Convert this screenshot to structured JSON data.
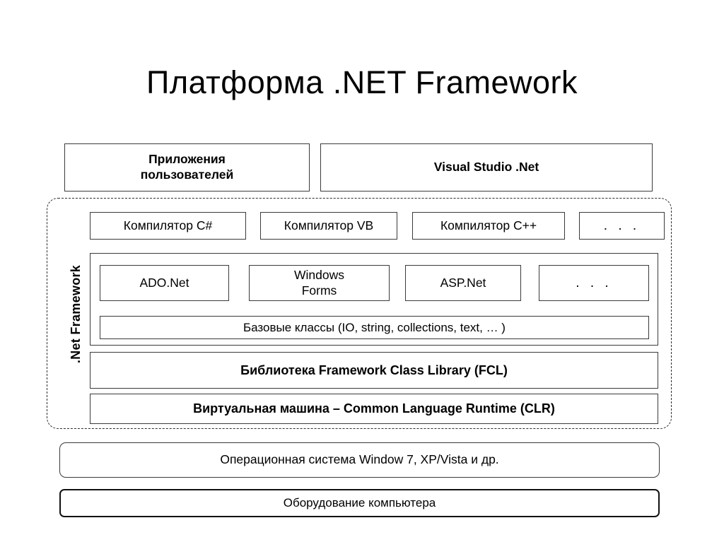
{
  "title": "Платформа .NET Framework",
  "layers": {
    "top": [
      {
        "name": "user-applications",
        "label": "Приложения\nпользователей"
      },
      {
        "name": "visual-studio",
        "label": "Visual Studio .Net"
      }
    ],
    "framework": {
      "side_label": ".Net Framework",
      "compilers": [
        {
          "name": "compiler-csharp",
          "label": "Компилятор C#"
        },
        {
          "name": "compiler-vb",
          "label": "Компилятор VB"
        },
        {
          "name": "compiler-cpp",
          "label": "Компилятор C++"
        },
        {
          "name": "compiler-more",
          "label": ". . ."
        }
      ],
      "libraries": [
        {
          "name": "ado-net",
          "label": "ADO.Net"
        },
        {
          "name": "windows-forms",
          "label": "Windows\nForms"
        },
        {
          "name": "asp-net",
          "label": "ASP.Net"
        },
        {
          "name": "library-more",
          "label": ". . ."
        }
      ],
      "base_classes": "Базовые классы (IO, string, collections, text, … )",
      "fcl": "Библиотека Framework Class Library (FCL)",
      "clr": "Виртуальная машина – Common Language Runtime (CLR)"
    },
    "bottom": [
      {
        "name": "operating-system",
        "label": "Операционная система Window 7, XP/Vista и др."
      },
      {
        "name": "computer-hardware",
        "label": "Оборудование компьютера"
      }
    ]
  },
  "colors": {
    "background": "#ffffff",
    "text": "#000000",
    "box_border": "#3a3a3a",
    "dashed_border": "#2b2b2b",
    "hardware_border": "#111111"
  }
}
